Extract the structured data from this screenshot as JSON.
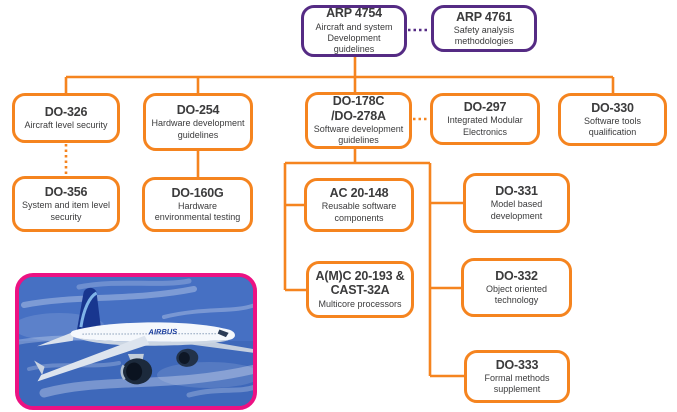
{
  "diagram_title": "Aerospace certification standards hierarchy",
  "colors": {
    "orange": "#F5841F",
    "purple": "#552B84",
    "pink": "#EC1283",
    "text": "#3B3B3C"
  },
  "nodes": {
    "arp4754": {
      "code": "ARP 4754",
      "subtitle": "Aircraft and system Development guidelines"
    },
    "arp4761": {
      "code": "ARP 4761",
      "subtitle": "Safety analysis methodologies"
    },
    "do326": {
      "code": "DO-326",
      "subtitle": "Aircraft level security"
    },
    "do254": {
      "code": "DO-254",
      "subtitle": "Hardware development guidelines"
    },
    "do178": {
      "code": "DO-178C\n/DO-278A",
      "subtitle": "Software development guidelines"
    },
    "do297": {
      "code": "DO-297",
      "subtitle": "Integrated Modular Electronics"
    },
    "do330": {
      "code": "DO-330",
      "subtitle": "Software tools qualification"
    },
    "do356": {
      "code": "DO-356",
      "subtitle": "System and item level security"
    },
    "do160g": {
      "code": "DO-160G",
      "subtitle": "Hardware environmental testing"
    },
    "ac20148": {
      "code": "AC 20-148",
      "subtitle": "Reusable software components"
    },
    "amc20193": {
      "code": "A(M)C 20-193 &\nCAST-32A",
      "subtitle": "Multicore processors"
    },
    "do331": {
      "code": "DO-331",
      "subtitle": "Model based development"
    },
    "do332": {
      "code": "DO-332",
      "subtitle": "Object oriented technology"
    },
    "do333": {
      "code": "DO-333",
      "subtitle": "Formal methods supplement"
    }
  },
  "image": {
    "description": "Airbus single-aisle jet airliner flying in a blue cloudy sky",
    "branding": "AIRBUS"
  }
}
